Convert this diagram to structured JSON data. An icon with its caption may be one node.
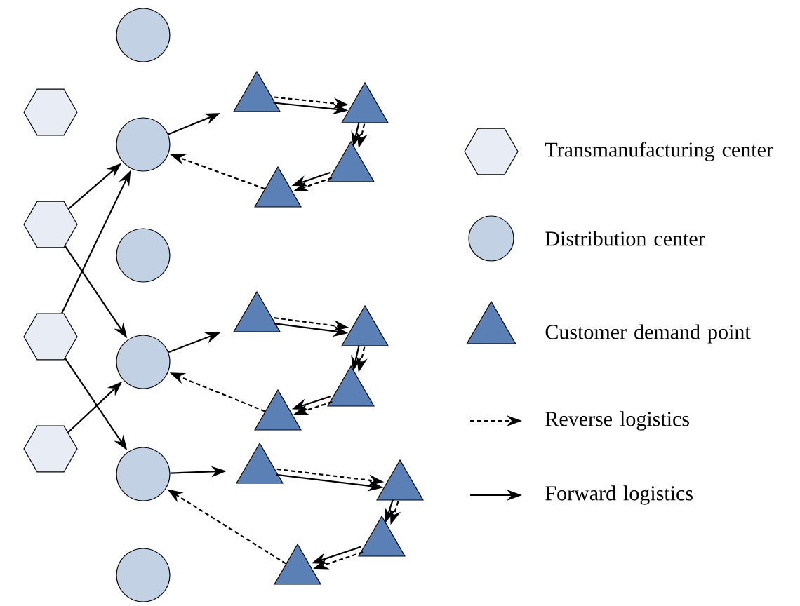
{
  "diagram": {
    "nodes": [
      {
        "text": [],
        "shape": "hexagon"
      },
      {
        "text": [],
        "shape": "hexagon"
      },
      {
        "text": [],
        "shape": "hexagon"
      },
      {
        "text": [],
        "shape": "hexagon"
      },
      {
        "text": [],
        "shape": "circle"
      },
      {
        "text": [],
        "shape": "circle"
      },
      {
        "text": [],
        "shape": "circle"
      },
      {
        "text": [],
        "shape": "circle"
      },
      {
        "text": [],
        "shape": "circle"
      },
      {
        "text": [],
        "shape": "circle"
      },
      {
        "text": [],
        "shape": "triangle"
      },
      {
        "text": [],
        "shape": "triangle"
      },
      {
        "text": [],
        "shape": "triangle"
      },
      {
        "text": [],
        "shape": "triangle"
      },
      {
        "text": [],
        "shape": "triangle"
      },
      {
        "text": [],
        "shape": "triangle"
      },
      {
        "text": [],
        "shape": "triangle"
      },
      {
        "text": [],
        "shape": "triangle"
      },
      {
        "text": [],
        "shape": "triangle"
      },
      {
        "text": [],
        "shape": "triangle"
      },
      {
        "text": [],
        "shape": "triangle"
      },
      {
        "text": [],
        "shape": "triangle"
      }
    ],
    "edges": [
      {
        "from": 1,
        "to": 5,
        "arrow": "to"
      },
      {
        "from": 1,
        "to": 7,
        "arrow": "to"
      },
      {
        "from": 2,
        "to": 5,
        "arrow": "to"
      },
      {
        "from": 2,
        "to": 8,
        "arrow": "to"
      },
      {
        "from": 3,
        "to": 7,
        "arrow": "to"
      },
      {
        "from": 5,
        "to": 10,
        "arrow": "to"
      },
      {
        "from": 10,
        "to": 11,
        "arrow": "to"
      },
      {
        "from": 10,
        "to": 11,
        "arrow": "to",
        "style": "dashed"
      },
      {
        "from": 11,
        "to": 12,
        "arrow": "to"
      },
      {
        "from": 11,
        "to": 12,
        "arrow": "to",
        "style": "dashed"
      },
      {
        "from": 12,
        "to": 13,
        "arrow": "to"
      },
      {
        "from": 12,
        "to": 13,
        "arrow": "to",
        "style": "dashed"
      },
      {
        "from": 13,
        "to": 5,
        "arrow": "to",
        "style": "dashed"
      },
      {
        "from": 7,
        "to": 14,
        "arrow": "to"
      },
      {
        "from": 14,
        "to": 15,
        "arrow": "to"
      },
      {
        "from": 14,
        "to": 15,
        "arrow": "to",
        "style": "dashed"
      },
      {
        "from": 15,
        "to": 16,
        "arrow": "to"
      },
      {
        "from": 15,
        "to": 16,
        "arrow": "to",
        "style": "dashed"
      },
      {
        "from": 16,
        "to": 17,
        "arrow": "to"
      },
      {
        "from": 16,
        "to": 17,
        "arrow": "to",
        "style": "dashed"
      },
      {
        "from": 17,
        "to": 7,
        "arrow": "to",
        "style": "dashed"
      },
      {
        "from": 8,
        "to": 18,
        "arrow": "to"
      },
      {
        "from": 18,
        "to": 19,
        "arrow": "to"
      },
      {
        "from": 18,
        "to": 19,
        "arrow": "to",
        "style": "dashed"
      },
      {
        "from": 19,
        "to": 20,
        "arrow": "to"
      },
      {
        "from": 19,
        "to": 20,
        "arrow": "to",
        "style": "dashed"
      },
      {
        "from": 20,
        "to": 21,
        "arrow": "to"
      },
      {
        "from": 20,
        "to": 21,
        "arrow": "to",
        "style": "dashed"
      },
      {
        "from": 21,
        "to": 8,
        "arrow": "to",
        "style": "dashed"
      }
    ],
    "legend": [
      {
        "text": "Transmanufacturing center"
      },
      {
        "text": "Distribution center"
      },
      {
        "text": "Customer demand point"
      },
      {
        "text": "Reverse logistics"
      },
      {
        "text": "Forward logistics"
      }
    ]
  }
}
